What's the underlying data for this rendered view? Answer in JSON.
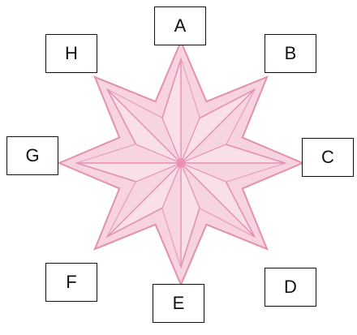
{
  "diagram": {
    "star_points": 8,
    "colors": {
      "fill": "#f6d3df",
      "facet_fill": "#f9dfe8",
      "stroke": "#e58fb0",
      "center": "#ef8fb4",
      "box_border": "#111111",
      "text": "#111111"
    },
    "labels": {
      "A": "A",
      "B": "B",
      "C": "C",
      "D": "D",
      "E": "E",
      "F": "F",
      "G": "G",
      "H": "H"
    }
  }
}
